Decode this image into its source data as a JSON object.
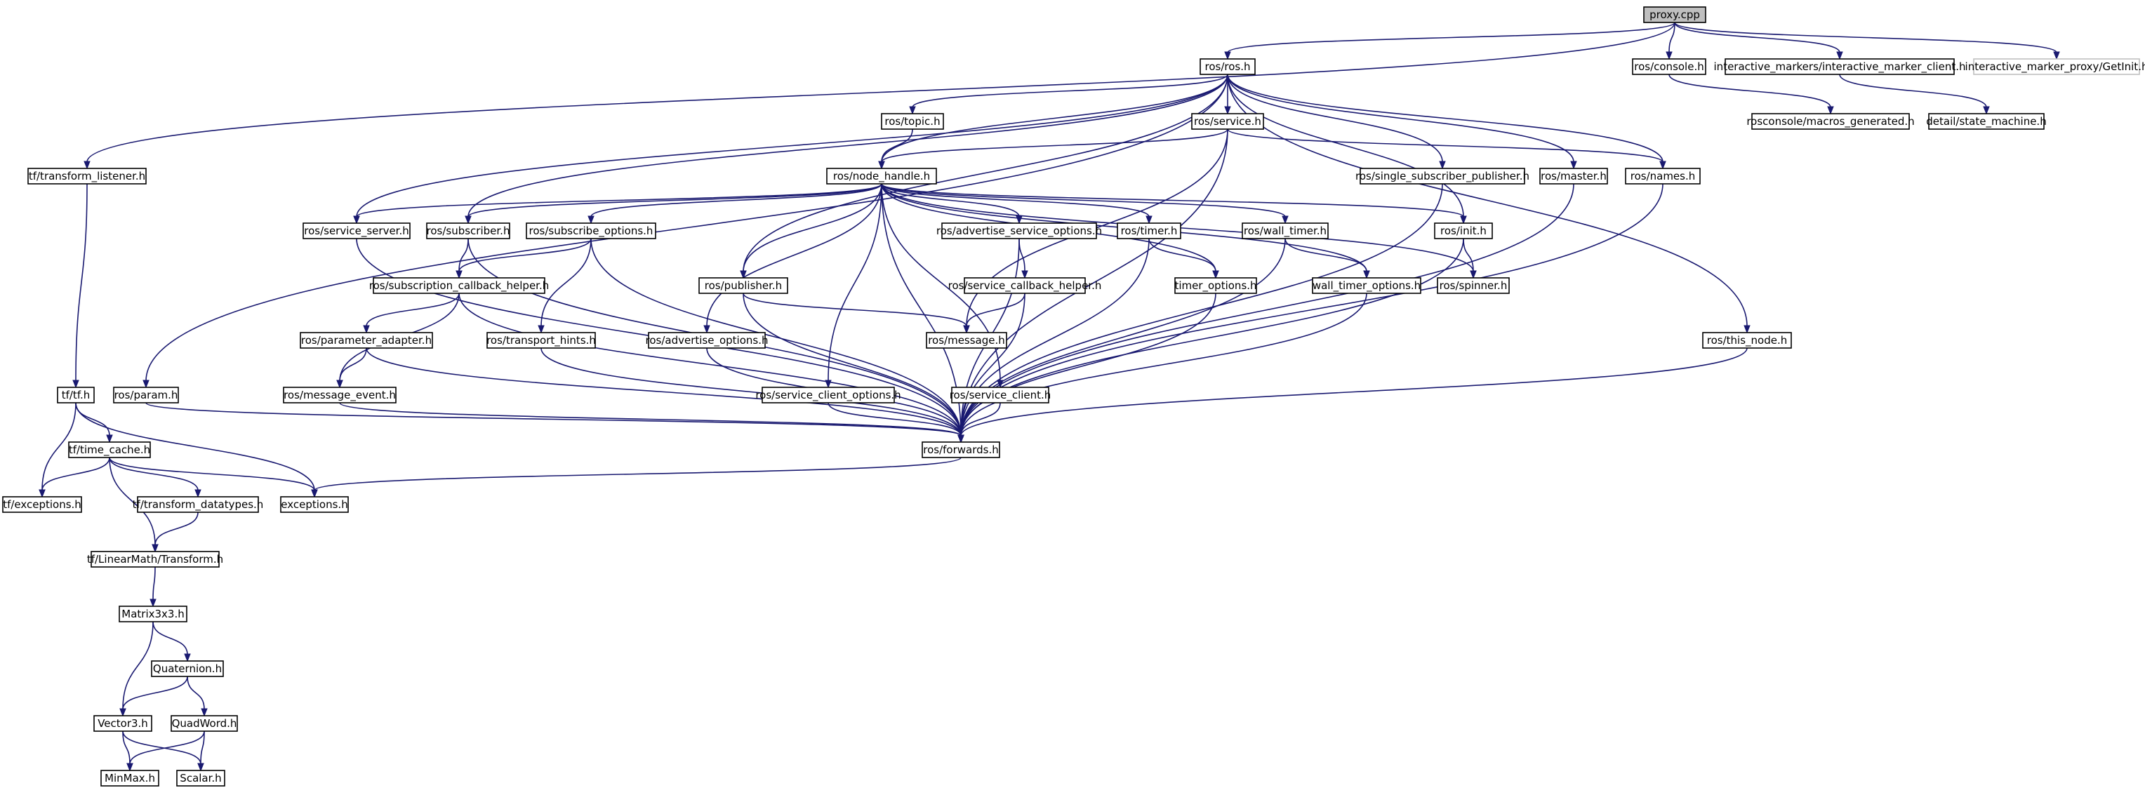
{
  "nodes": [
    {
      "id": "proxy",
      "label": "proxy.cpp",
      "style": "root"
    },
    {
      "id": "ros_ros",
      "label": "ros/ros.h"
    },
    {
      "id": "ros_console",
      "label": "ros/console.h"
    },
    {
      "id": "im_client",
      "label": "interactive_markers/interactive_marker_client.h"
    },
    {
      "id": "getinit",
      "label": "interactive_marker_proxy/GetInit.h",
      "style": "gray"
    },
    {
      "id": "macros_gen",
      "label": "rosconsole/macros_generated.h"
    },
    {
      "id": "state_machine",
      "label": "detail/state_machine.h"
    },
    {
      "id": "tf_listener",
      "label": "tf/transform_listener.h"
    },
    {
      "id": "ros_topic",
      "label": "ros/topic.h"
    },
    {
      "id": "ros_service",
      "label": "ros/service.h"
    },
    {
      "id": "ros_node_handle",
      "label": "ros/node_handle.h"
    },
    {
      "id": "single_sub_pub",
      "label": "ros/single_subscriber_publisher.h"
    },
    {
      "id": "ros_master",
      "label": "ros/master.h"
    },
    {
      "id": "ros_names",
      "label": "ros/names.h"
    },
    {
      "id": "service_server",
      "label": "ros/service_server.h"
    },
    {
      "id": "ros_subscriber",
      "label": "ros/subscriber.h"
    },
    {
      "id": "subscribe_options",
      "label": "ros/subscribe_options.h"
    },
    {
      "id": "adv_service_options",
      "label": "ros/advertise_service_options.h"
    },
    {
      "id": "ros_timer",
      "label": "ros/timer.h"
    },
    {
      "id": "wall_timer",
      "label": "ros/wall_timer.h"
    },
    {
      "id": "ros_init",
      "label": "ros/init.h"
    },
    {
      "id": "sub_cb_helper",
      "label": "ros/subscription_callback_helper.h"
    },
    {
      "id": "ros_publisher",
      "label": "ros/publisher.h"
    },
    {
      "id": "srv_cb_helper",
      "label": "ros/service_callback_helper.h"
    },
    {
      "id": "timer_options",
      "label": "timer_options.h"
    },
    {
      "id": "wall_timer_options",
      "label": "wall_timer_options.h"
    },
    {
      "id": "ros_spinner",
      "label": "ros/spinner.h"
    },
    {
      "id": "param_adapter",
      "label": "ros/parameter_adapter.h"
    },
    {
      "id": "transport_hints",
      "label": "ros/transport_hints.h"
    },
    {
      "id": "advertise_options",
      "label": "ros/advertise_options.h"
    },
    {
      "id": "ros_message",
      "label": "ros/message.h"
    },
    {
      "id": "this_node",
      "label": "ros/this_node.h"
    },
    {
      "id": "tf_tf",
      "label": "tf/tf.h"
    },
    {
      "id": "ros_param",
      "label": "ros/param.h"
    },
    {
      "id": "message_event",
      "label": "ros/message_event.h"
    },
    {
      "id": "srv_client_options",
      "label": "ros/service_client_options.h"
    },
    {
      "id": "service_client",
      "label": "ros/service_client.h"
    },
    {
      "id": "time_cache",
      "label": "tf/time_cache.h"
    },
    {
      "id": "forwards",
      "label": "ros/forwards.h"
    },
    {
      "id": "tf_exceptions",
      "label": "tf/exceptions.h"
    },
    {
      "id": "transform_datatypes",
      "label": "tf/transform_datatypes.h"
    },
    {
      "id": "exceptions",
      "label": "exceptions.h"
    },
    {
      "id": "transform",
      "label": "tf/LinearMath/Transform.h"
    },
    {
      "id": "matrix3x3",
      "label": "Matrix3x3.h"
    },
    {
      "id": "quaternion",
      "label": "Quaternion.h"
    },
    {
      "id": "vector3",
      "label": "Vector3.h"
    },
    {
      "id": "quadword",
      "label": "QuadWord.h"
    },
    {
      "id": "minmax",
      "label": "MinMax.h"
    },
    {
      "id": "scalar",
      "label": "Scalar.h"
    }
  ],
  "edges": [
    [
      "proxy",
      "ros_ros"
    ],
    [
      "proxy",
      "ros_console"
    ],
    [
      "proxy",
      "im_client"
    ],
    [
      "proxy",
      "getinit"
    ],
    [
      "proxy",
      "tf_listener"
    ],
    [
      "ros_console",
      "macros_gen"
    ],
    [
      "im_client",
      "state_machine"
    ],
    [
      "ros_ros",
      "ros_topic"
    ],
    [
      "ros_ros",
      "ros_service"
    ],
    [
      "ros_ros",
      "ros_node_handle"
    ],
    [
      "ros_ros",
      "single_sub_pub"
    ],
    [
      "ros_ros",
      "ros_master"
    ],
    [
      "ros_ros",
      "ros_names"
    ],
    [
      "ros_ros",
      "service_server"
    ],
    [
      "ros_ros",
      "ros_subscriber"
    ],
    [
      "ros_ros",
      "ros_publisher"
    ],
    [
      "ros_ros",
      "ros_init"
    ],
    [
      "ros_ros",
      "this_node"
    ],
    [
      "ros_ros",
      "ros_param"
    ],
    [
      "ros_topic",
      "ros_node_handle"
    ],
    [
      "ros_service",
      "ros_node_handle"
    ],
    [
      "ros_service",
      "ros_names"
    ],
    [
      "ros_service",
      "ros_message"
    ],
    [
      "ros_service",
      "forwards"
    ],
    [
      "ros_node_handle",
      "service_server"
    ],
    [
      "ros_node_handle",
      "ros_subscriber"
    ],
    [
      "ros_node_handle",
      "subscribe_options"
    ],
    [
      "ros_node_handle",
      "adv_service_options"
    ],
    [
      "ros_node_handle",
      "ros_timer"
    ],
    [
      "ros_node_handle",
      "wall_timer"
    ],
    [
      "ros_node_handle",
      "ros_init"
    ],
    [
      "ros_node_handle",
      "ros_publisher"
    ],
    [
      "ros_node_handle",
      "advertise_options"
    ],
    [
      "ros_node_handle",
      "srv_client_options"
    ],
    [
      "ros_node_handle",
      "service_client"
    ],
    [
      "ros_node_handle",
      "timer_options"
    ],
    [
      "ros_node_handle",
      "wall_timer_options"
    ],
    [
      "ros_node_handle",
      "ros_spinner"
    ],
    [
      "ros_node_handle",
      "forwards"
    ],
    [
      "single_sub_pub",
      "forwards"
    ],
    [
      "ros_master",
      "forwards"
    ],
    [
      "ros_names",
      "forwards"
    ],
    [
      "service_server",
      "forwards"
    ],
    [
      "ros_subscriber",
      "sub_cb_helper"
    ],
    [
      "ros_subscriber",
      "forwards"
    ],
    [
      "subscribe_options",
      "sub_cb_helper"
    ],
    [
      "subscribe_options",
      "transport_hints"
    ],
    [
      "subscribe_options",
      "forwards"
    ],
    [
      "adv_service_options",
      "srv_cb_helper"
    ],
    [
      "adv_service_options",
      "forwards"
    ],
    [
      "ros_timer",
      "timer_options"
    ],
    [
      "ros_timer",
      "forwards"
    ],
    [
      "wall_timer",
      "wall_timer_options"
    ],
    [
      "wall_timer",
      "forwards"
    ],
    [
      "ros_init",
      "ros_spinner"
    ],
    [
      "ros_init",
      "forwards"
    ],
    [
      "sub_cb_helper",
      "param_adapter"
    ],
    [
      "sub_cb_helper",
      "message_event"
    ],
    [
      "sub_cb_helper",
      "forwards"
    ],
    [
      "ros_publisher",
      "ros_message"
    ],
    [
      "ros_publisher",
      "forwards"
    ],
    [
      "srv_cb_helper",
      "ros_message"
    ],
    [
      "srv_cb_helper",
      "forwards"
    ],
    [
      "timer_options",
      "forwards"
    ],
    [
      "wall_timer_options",
      "forwards"
    ],
    [
      "param_adapter",
      "message_event"
    ],
    [
      "param_adapter",
      "forwards"
    ],
    [
      "transport_hints",
      "forwards"
    ],
    [
      "advertise_options",
      "forwards"
    ],
    [
      "this_node",
      "forwards"
    ],
    [
      "ros_param",
      "forwards"
    ],
    [
      "message_event",
      "forwards"
    ],
    [
      "srv_client_options",
      "forwards"
    ],
    [
      "service_client",
      "forwards"
    ],
    [
      "forwards",
      "exceptions"
    ],
    [
      "tf_listener",
      "tf_tf"
    ],
    [
      "tf_tf",
      "time_cache"
    ],
    [
      "tf_tf",
      "tf_exceptions"
    ],
    [
      "tf_tf",
      "exceptions"
    ],
    [
      "time_cache",
      "tf_exceptions"
    ],
    [
      "time_cache",
      "transform_datatypes"
    ],
    [
      "time_cache",
      "transform"
    ],
    [
      "time_cache",
      "exceptions"
    ],
    [
      "transform_datatypes",
      "transform"
    ],
    [
      "transform",
      "matrix3x3"
    ],
    [
      "matrix3x3",
      "quaternion"
    ],
    [
      "matrix3x3",
      "vector3"
    ],
    [
      "quaternion",
      "vector3"
    ],
    [
      "quaternion",
      "quadword"
    ],
    [
      "vector3",
      "minmax"
    ],
    [
      "vector3",
      "scalar"
    ],
    [
      "quadword",
      "minmax"
    ],
    [
      "quadword",
      "scalar"
    ]
  ]
}
